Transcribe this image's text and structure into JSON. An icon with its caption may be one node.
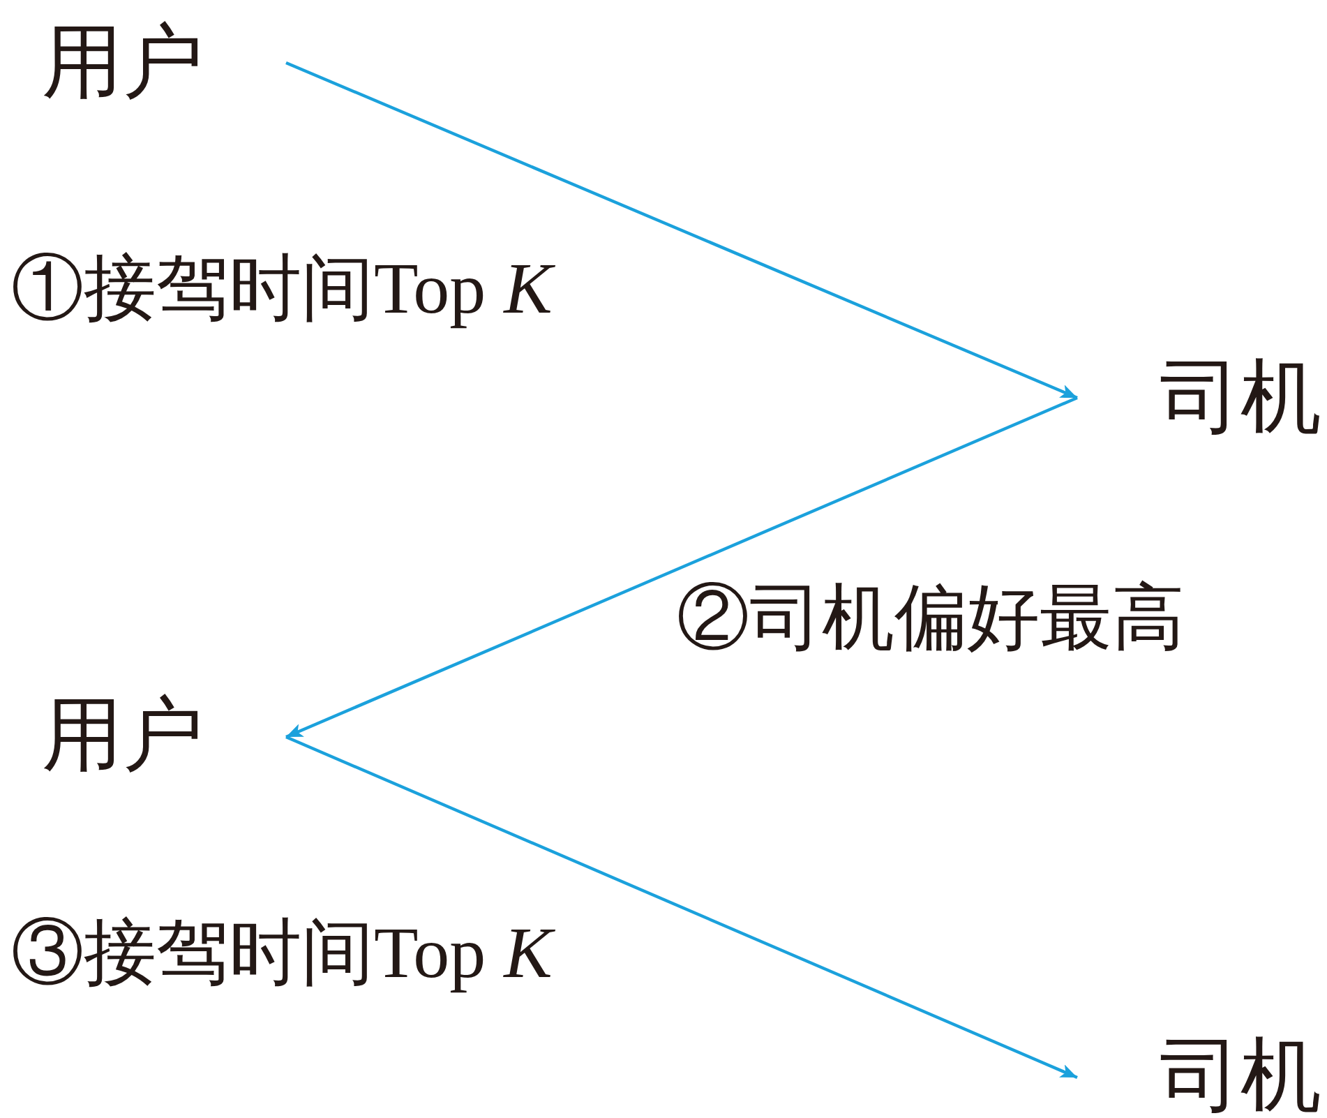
{
  "diagram": {
    "nodes": [
      {
        "text": [
          "用户"
        ]
      },
      {
        "text": [
          "司机"
        ]
      },
      {
        "text": [
          "用户"
        ]
      },
      {
        "text": [
          "司机"
        ]
      }
    ],
    "edges": [
      {
        "from": 0,
        "to": 1,
        "arrow": "to",
        "label": "①接驾时间Top *K*"
      },
      {
        "from": 1,
        "to": 2,
        "arrow": "to",
        "label": "②司机偏好最高"
      },
      {
        "from": 2,
        "to": 3,
        "arrow": "to",
        "label": "③接驾时间Top *K*"
      }
    ]
  }
}
